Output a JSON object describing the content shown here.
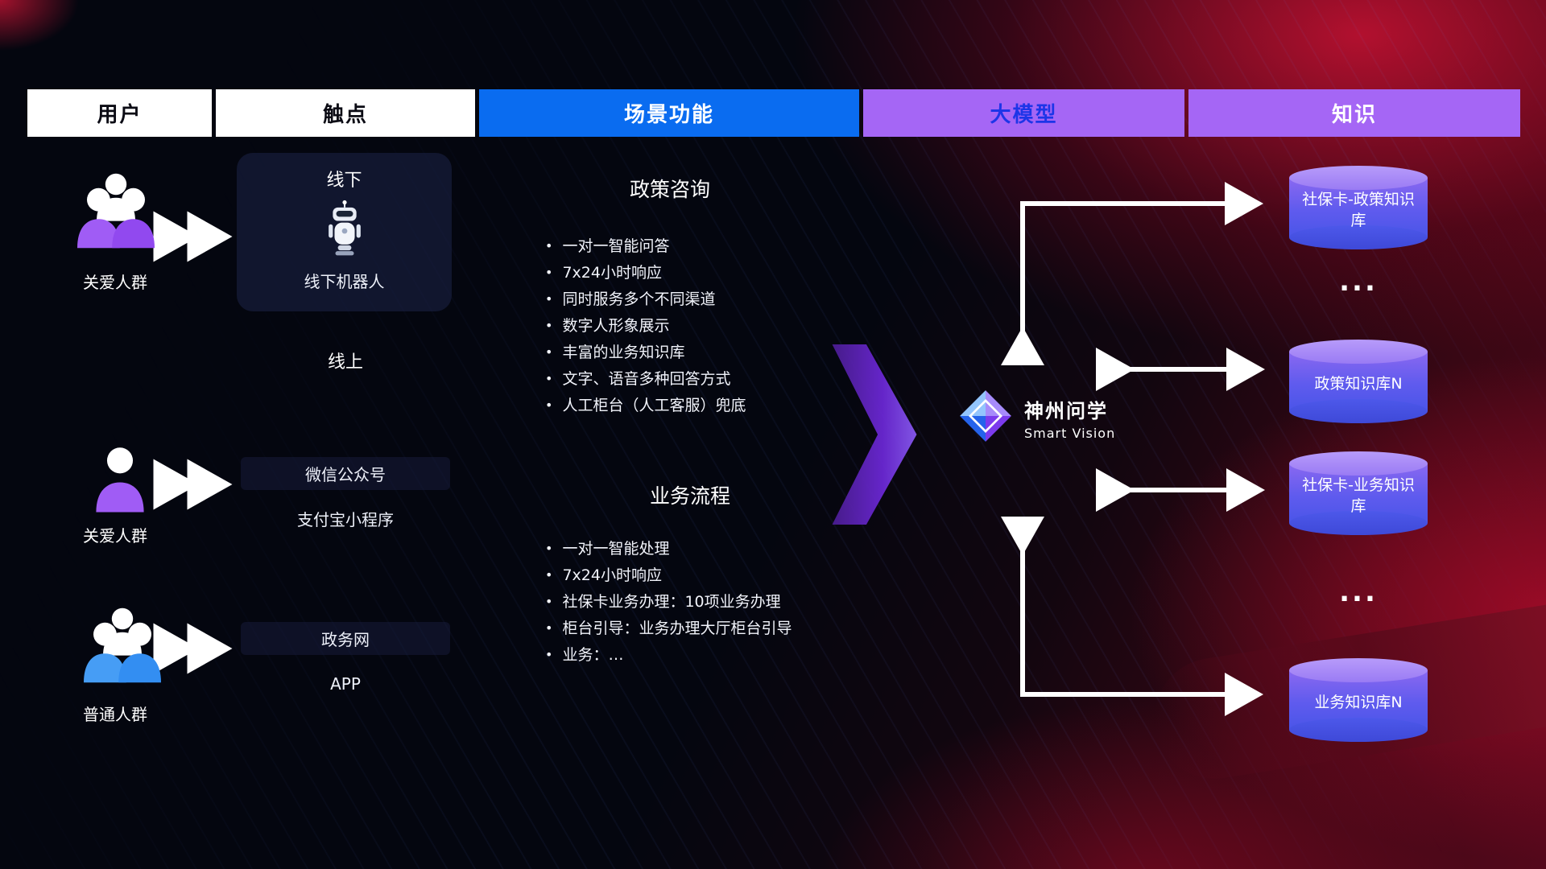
{
  "header": {
    "columns": [
      {
        "label": "用户",
        "bg": "#ffffff",
        "color": "#0b0b14"
      },
      {
        "label": "触点",
        "bg": "#ffffff",
        "color": "#0b0b14"
      },
      {
        "label": "场景功能",
        "bg": "#0a6cf0",
        "color": "#ffffff"
      },
      {
        "label": "大模型",
        "bg": "#a566f5",
        "color": "#1d35e8"
      },
      {
        "label": "知识",
        "bg": "#a566f5",
        "color": "#ffffff"
      }
    ]
  },
  "users": {
    "groups": [
      {
        "label": "关爱人群",
        "icon": "group-people-purple-icon"
      },
      {
        "label": "关爱人群",
        "icon": "single-person-purple-icon"
      },
      {
        "label": "普通人群",
        "icon": "group-people-blue-icon"
      }
    ]
  },
  "touchpoints": {
    "offline_card": {
      "title": "线下",
      "robot_icon": "robot-icon",
      "robot_label": "线下机器人"
    },
    "online_label": "线上",
    "channels": [
      "微信公众号",
      "支付宝小程序",
      "政务网",
      "APP"
    ]
  },
  "scenarios": {
    "policy": {
      "title": "政策咨询",
      "items": [
        "一对一智能问答",
        "7x24小时响应",
        "同时服务多个不同渠道",
        "数字人形象展示",
        "丰富的业务知识库",
        "文字、语音多种回答方式",
        "人工柜台（人工客服）兜底"
      ]
    },
    "business": {
      "title": "业务流程",
      "items": [
        "一对一智能处理",
        "7x24小时响应",
        "社保卡业务办理：10项业务办理",
        "柜台引导：业务办理大厅柜台引导",
        "业务：…"
      ]
    }
  },
  "model": {
    "name": "神州问学",
    "subtitle": "Smart Vision",
    "icon": "diamond-gem-logo-icon"
  },
  "knowledge": {
    "items": [
      {
        "type": "db",
        "label": "社保卡-政策知识库"
      },
      {
        "type": "ellipsis",
        "label": "..."
      },
      {
        "type": "db",
        "label": "政策知识库N"
      },
      {
        "type": "db",
        "label": "社保卡-业务知识库"
      },
      {
        "type": "ellipsis",
        "label": "..."
      },
      {
        "type": "db",
        "label": "业务知识库N"
      }
    ]
  },
  "colors": {
    "header_blue": "#0a6cf0",
    "header_purple": "#a566f5",
    "model_header_text": "#1d35e8",
    "user_purple": "#a05cf5",
    "user_blue": "#469df5",
    "cylinder_top": "#b79bfa",
    "cylinder_body_purple": "#8a68f0",
    "cylinder_body_blue": "#4a55e8",
    "flow_arrow_purple": "#6d28d9",
    "connector_white": "#ffffff",
    "background_dark": "#04060f",
    "background_red": "#8e1228"
  }
}
